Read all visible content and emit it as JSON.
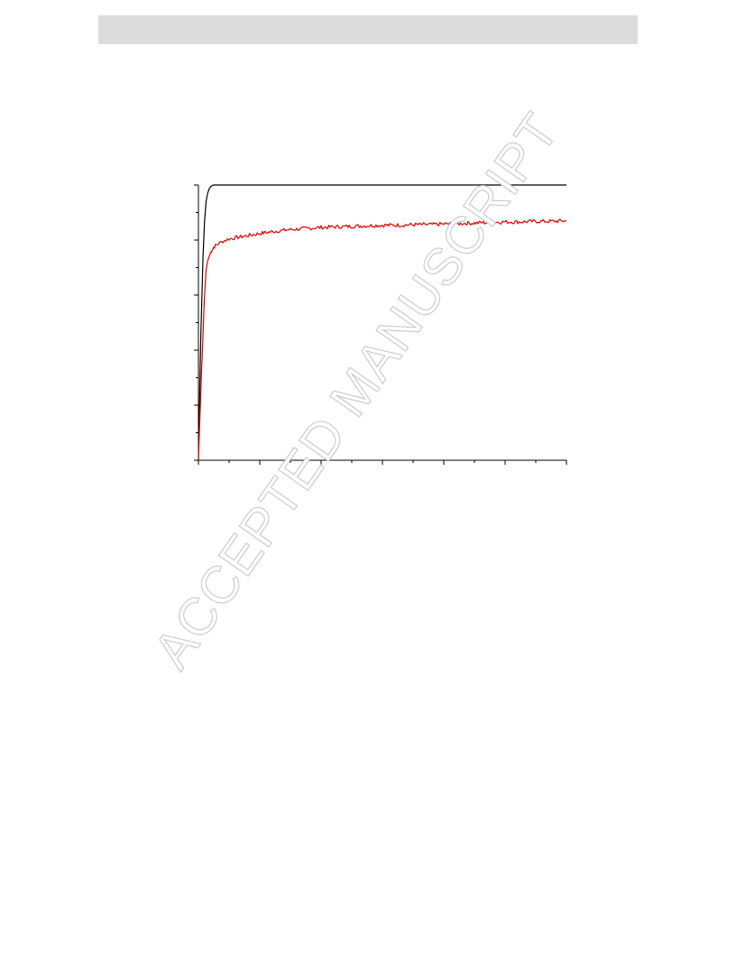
{
  "watermark": "ACCEPTED MANUSCRIPT",
  "chart_data": {
    "type": "line",
    "title": "",
    "xlabel": "",
    "ylabel": "",
    "xlim": [
      0,
      12
    ],
    "ylim": [
      0,
      5
    ],
    "x_major_ticks": [
      0,
      2,
      4,
      6,
      8,
      10,
      12
    ],
    "x_minor_ticks": [
      1,
      3,
      5,
      7,
      9,
      11
    ],
    "y_major_ticks": [
      0,
      1,
      2,
      3,
      4,
      5
    ],
    "y_minor_ticks": [
      0.5,
      1.5,
      2.5,
      3.5,
      4.5
    ],
    "grid": false,
    "legend": "none",
    "series": [
      {
        "color": "#000000",
        "x": [
          0,
          0.08,
          0.15,
          0.2,
          0.25,
          0.3,
          0.35,
          0.4,
          0.45,
          0.5,
          0.6,
          0.75,
          1.0,
          2,
          4,
          6,
          8,
          10,
          12
        ],
        "y": [
          0,
          2.3,
          3.7,
          4.35,
          4.7,
          4.85,
          4.93,
          4.97,
          4.99,
          5.0,
          5.0,
          5.0,
          5.0,
          5.0,
          5.0,
          5.0,
          5.0,
          5.0,
          5.0
        ]
      },
      {
        "color": "#e00000",
        "x": [
          0,
          0.1,
          0.2,
          0.25,
          0.3,
          0.4,
          0.5,
          0.6,
          0.8,
          1.0,
          1.5,
          2,
          2.5,
          3,
          3.5,
          4,
          4.5,
          5,
          5.5,
          6,
          6.5,
          7,
          7.5,
          8,
          8.5,
          9,
          9.5,
          10,
          10.5,
          11,
          11.5,
          12
        ],
        "y": [
          0,
          1.6,
          3.0,
          3.45,
          3.62,
          3.78,
          3.87,
          3.92,
          3.98,
          4.02,
          4.07,
          4.12,
          4.16,
          4.19,
          4.21,
          4.23,
          4.24,
          4.25,
          4.26,
          4.27,
          4.27,
          4.28,
          4.28,
          4.29,
          4.3,
          4.31,
          4.32,
          4.33,
          4.33,
          4.34,
          4.34,
          4.35
        ]
      }
    ]
  }
}
